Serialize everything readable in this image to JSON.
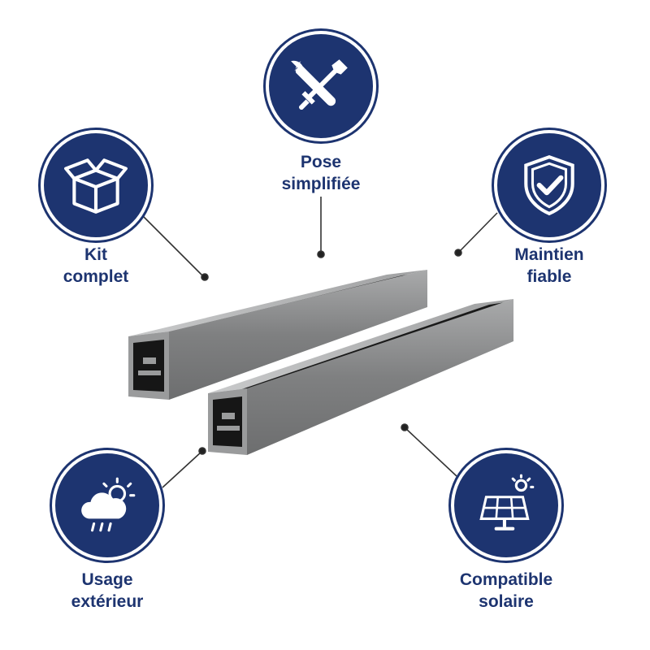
{
  "colors": {
    "badge": "#1d3470",
    "label": "#1d3470",
    "connector": "#333333",
    "metal": "#8f9091"
  },
  "features": {
    "pose": {
      "icon": "tools-icon",
      "line1": "Pose",
      "line2": "simplifiée"
    },
    "kit": {
      "icon": "box-icon",
      "line1": "Kit",
      "line2": "complet"
    },
    "maintien": {
      "icon": "shield-check-icon",
      "line1": "Maintien",
      "line2": "fiable"
    },
    "usage": {
      "icon": "cloud-sun-rain-icon",
      "line1": "Usage",
      "line2": "extérieur"
    },
    "solaire": {
      "icon": "solar-panel-icon",
      "line1": "Compatible",
      "line2": "solaire"
    }
  }
}
